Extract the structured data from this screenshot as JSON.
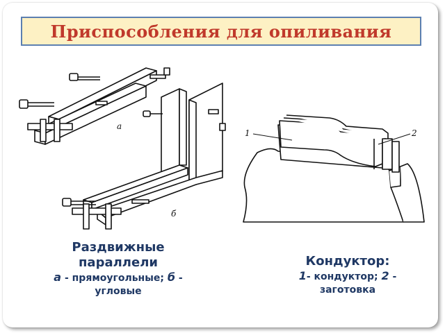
{
  "slide": {
    "title": "Приспособления для опиливания"
  },
  "figure_left": {
    "label_a": "а",
    "label_b": "б"
  },
  "figure_right": {
    "label_1": "1",
    "label_2": "2"
  },
  "caption_left": {
    "heading_line1": "Раздвижные",
    "heading_line2": "параллели",
    "letter_a": "а",
    "text_a": " - прямоугольные; ",
    "letter_b": "б",
    "text_b": " -",
    "text_b2": "угловые"
  },
  "caption_right": {
    "heading": "Кондуктор:",
    "num_1": "1",
    "text_1": "- кондуктор; ",
    "num_2": "2",
    "text_2": " -",
    "text_3": "заготовка"
  },
  "colors": {
    "title_text": "#c0392b",
    "title_fill": "#fdf1c4",
    "title_border": "#5b7fb0",
    "caption_text": "#1f3864"
  }
}
